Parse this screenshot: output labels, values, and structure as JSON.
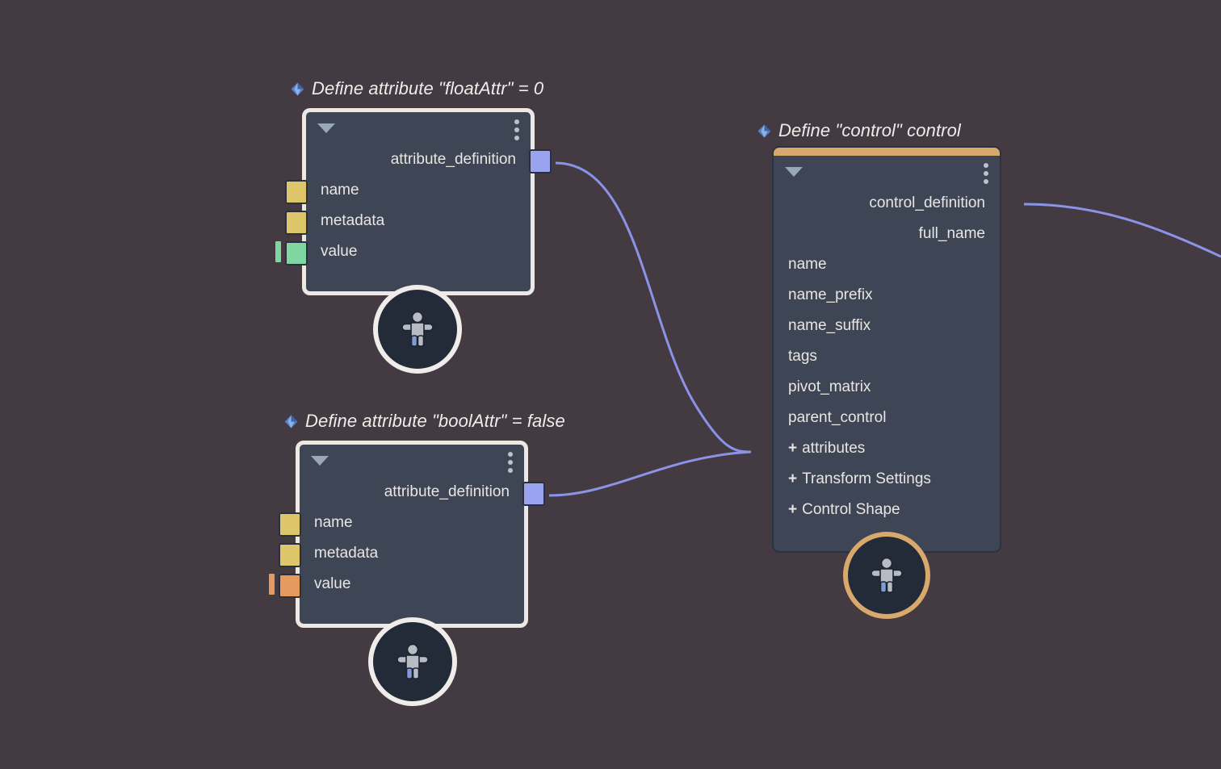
{
  "canvas": {
    "background_color": "#443a42",
    "node_body_color": "#3e4655",
    "wire_color": "#8b93e8"
  },
  "nodes": [
    {
      "id": "float-attr",
      "title": "Define attribute \"floatAttr\" = 0",
      "title_icon": "gem-diamond-icon",
      "selected": true,
      "selection_style": "white",
      "avatar_icon": "person-icon",
      "outputs": [
        {
          "label": "attribute_definition",
          "color": "#9aa3f0"
        }
      ],
      "inputs": [
        {
          "label": "name",
          "color": "#ddc66a",
          "tick": null
        },
        {
          "label": "metadata",
          "color": "#ddc66a",
          "tick": null
        },
        {
          "label": "value",
          "color": "#7fd6a0",
          "tick": "#7fd6a0"
        }
      ]
    },
    {
      "id": "bool-attr",
      "title": "Define attribute \"boolAttr\" = false",
      "title_icon": "gem-diamond-icon",
      "selected": true,
      "selection_style": "white",
      "avatar_icon": "person-icon",
      "outputs": [
        {
          "label": "attribute_definition",
          "color": "#9aa3f0"
        }
      ],
      "inputs": [
        {
          "label": "name",
          "color": "#ddc66a",
          "tick": null
        },
        {
          "label": "metadata",
          "color": "#ddc66a",
          "tick": null
        },
        {
          "label": "value",
          "color": "#e79a5e",
          "tick": "#e79a5e"
        }
      ]
    },
    {
      "id": "control",
      "title": "Define \"control\" control",
      "title_icon": "gem-diamond-icon",
      "selected": true,
      "selection_style": "gold",
      "header_bar_color": "#d9a86c",
      "avatar_icon": "person-icon",
      "outputs": [
        {
          "label": "control_definition",
          "color": "#9aa3f0"
        },
        {
          "label": "full_name",
          "color": "#ddc66a"
        }
      ],
      "inputs": [
        {
          "label": "name",
          "color": "#ddc66a",
          "expandable": false,
          "multi": false
        },
        {
          "label": "name_prefix",
          "color": "#ddc66a",
          "expandable": false,
          "multi": false
        },
        {
          "label": "name_suffix",
          "color": "#ddc66a",
          "expandable": false,
          "multi": false
        },
        {
          "label": "tags",
          "color": "#ddc66a",
          "expandable": false,
          "multi": false
        },
        {
          "label": "pivot_matrix",
          "color": "#e8727c",
          "expandable": false,
          "multi": false
        },
        {
          "label": "parent_control",
          "color": "#9aa3f0",
          "expandable": false,
          "multi": false
        },
        {
          "label": "attributes",
          "color": "#9aa3f0",
          "expandable": true,
          "multi": true
        },
        {
          "label": "Transform Settings",
          "color": null,
          "expandable": true,
          "multi": false
        },
        {
          "label": "Control Shape",
          "color": null,
          "expandable": true,
          "multi": false
        }
      ]
    }
  ],
  "connections": [
    {
      "from": "float-attr.attribute_definition",
      "to": "control.attributes"
    },
    {
      "from": "bool-attr.attribute_definition",
      "to": "control.attributes"
    },
    {
      "from": "control.control_definition",
      "to": "offscreen-right"
    }
  ],
  "labels": {
    "plus_glyph": "+"
  }
}
